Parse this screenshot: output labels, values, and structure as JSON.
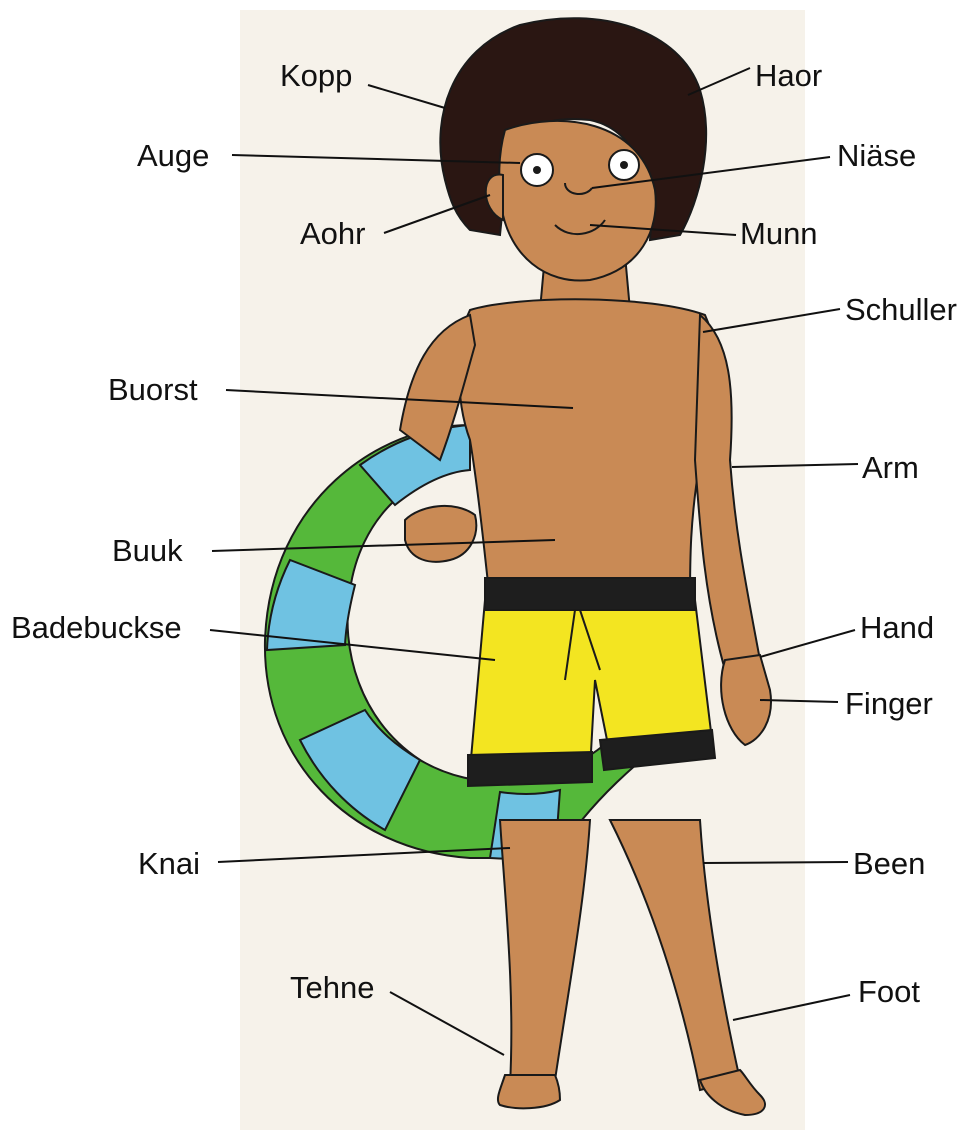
{
  "labels": {
    "kopp": "Kopp",
    "haor": "Haor",
    "auge": "Auge",
    "niaese": "Niäse",
    "aohr": "Aohr",
    "munn": "Munn",
    "schuller": "Schuller",
    "buorst": "Buorst",
    "arm": "Arm",
    "buuk": "Buuk",
    "badebuckse": "Badebuckse",
    "hand": "Hand",
    "finger": "Finger",
    "knai": "Knai",
    "been": "Been",
    "tehne": "Tehne",
    "foot": "Foot"
  },
  "colors": {
    "paper": "#f6f2ea",
    "skin": "#c98a55",
    "skin_shadow": "#b67545",
    "hair": "#2a1612",
    "shorts": "#f3e521",
    "shorts_band": "#1e1e1e",
    "ring_green": "#55b83a",
    "ring_blue": "#6fc2e2",
    "outline": "#1a1a1a"
  }
}
